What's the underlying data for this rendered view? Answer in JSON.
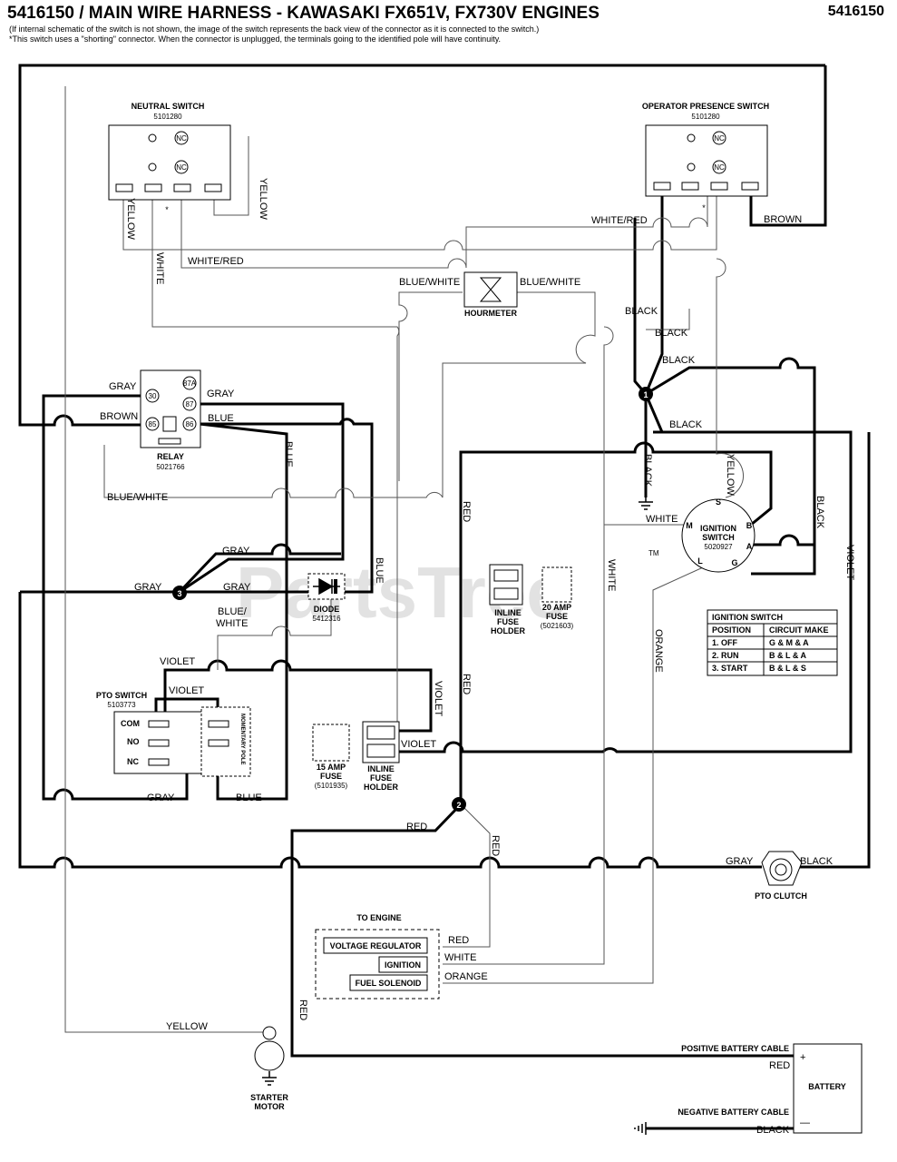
{
  "header": {
    "title": "5416150 / MAIN WIRE HARNESS - KAWASAKI FX651V, FX730V ENGINES",
    "part_number": "5416150",
    "note1": "(If internal schematic of the switch is not shown, the image of the switch represents the back view of the connector as it is connected to the switch.)",
    "note2": "*This switch uses a \"shorting\" connector. When the connector is unplugged, the terminals going to the identified pole will have continuity."
  },
  "watermark": "PartsTree",
  "trademark": "TM",
  "components": {
    "neutral_switch": {
      "name": "NEUTRAL SWITCH",
      "part": "5101280",
      "nc": "NC",
      "star": "*"
    },
    "operator_switch": {
      "name": "OPERATOR PRESENCE SWITCH",
      "part": "5101280",
      "nc": "NC",
      "star": "*"
    },
    "hourmeter": {
      "name": "HOURMETER"
    },
    "relay": {
      "name": "RELAY",
      "part": "5021766",
      "pins": [
        "30",
        "87A",
        "87",
        "85",
        "86"
      ]
    },
    "diode": {
      "name": "DIODE",
      "part": "5412316"
    },
    "ignition_switch": {
      "name": "IGNITION",
      "name2": "SWITCH",
      "part": "5020927",
      "pins": [
        "S",
        "M",
        "B",
        "A",
        "L",
        "G"
      ]
    },
    "pto_switch": {
      "name": "PTO SWITCH",
      "part": "5103773",
      "com": "COM",
      "no": "NO",
      "nc": "NC",
      "pole": "MOMENTARY POLE"
    },
    "fuse_holder_20": {
      "l1": "INLINE",
      "l2": "FUSE",
      "l3": "HOLDER",
      "fuse1": "20 AMP",
      "fuse2": "FUSE",
      "fuse_part": "(5021603)"
    },
    "fuse_holder_15": {
      "fuse1": "15 AMP",
      "fuse2": "FUSE",
      "fuse_part": "(5101935)",
      "l1": "INLINE",
      "l2": "FUSE",
      "l3": "HOLDER"
    },
    "pto_clutch": {
      "name": "PTO CLUTCH"
    },
    "engine": {
      "title": "TO ENGINE",
      "voltage_regulator": "VOLTAGE REGULATOR",
      "ignition": "IGNITION",
      "fuel_solenoid": "FUEL SOLENOID"
    },
    "starter": {
      "l1": "STARTER",
      "l2": "MOTOR"
    },
    "battery": {
      "name": "BATTERY",
      "pos_cable": "POSITIVE BATTERY CABLE",
      "neg_cable": "NEGATIVE BATTERY CABLE",
      "plus": "+",
      "minus": "—"
    }
  },
  "splices": [
    "1",
    "2",
    "3"
  ],
  "ignition_table": {
    "title": "IGNITION SWITCH",
    "headers": [
      "POSITION",
      "CIRCUIT MAKE"
    ],
    "rows": [
      [
        "1. OFF",
        "G & M & A"
      ],
      [
        "2. RUN",
        "B & L & A"
      ],
      [
        "3. START",
        "B & L & S"
      ]
    ]
  },
  "wire_labels": {
    "yellow": "YELLOW",
    "white": "WHITE",
    "white_red": "WHITE/RED",
    "brown": "BROWN",
    "blue_white": "BLUE/WHITE",
    "blue_white_split": [
      "BLUE/",
      "WHITE"
    ],
    "black": "BLACK",
    "gray": "GRAY",
    "blue": "BLUE",
    "red": "RED",
    "violet": "VIOLET",
    "orange": "ORANGE"
  }
}
